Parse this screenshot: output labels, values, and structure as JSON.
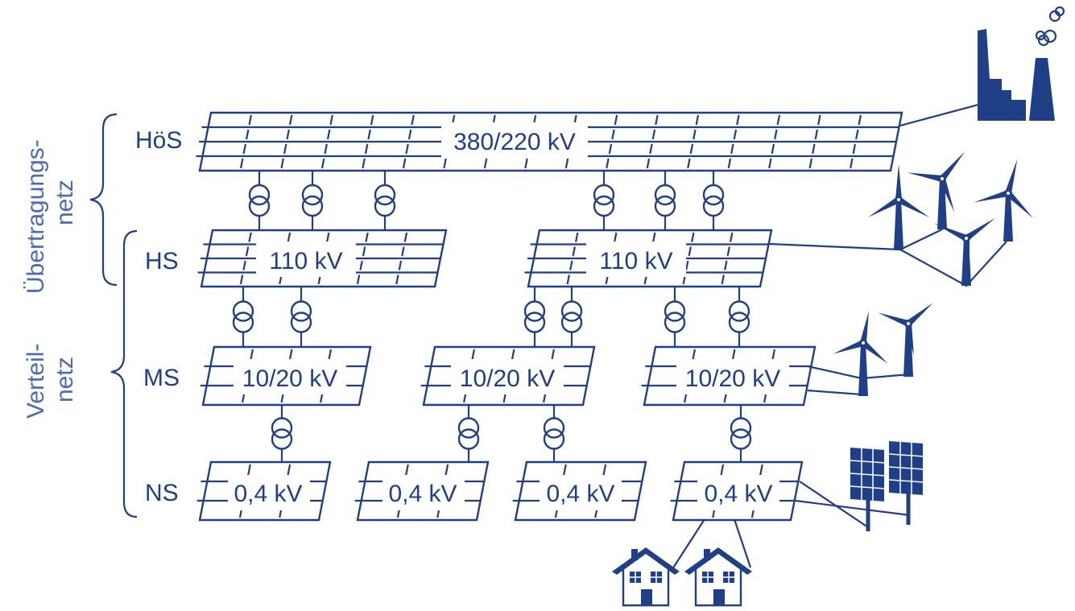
{
  "colors": {
    "ink": "#1f3f86",
    "net_label": "#4a6bb0"
  },
  "groups": {
    "uebertragung": [
      "Übertragungs-",
      "netz"
    ],
    "verteil": [
      "Verteil-",
      "netz"
    ]
  },
  "levels": {
    "hoes": "HöS",
    "hs": "HS",
    "ms": "MS",
    "ns": "NS"
  },
  "voltages": {
    "hoes": "380/220 kV",
    "hs1": "110 kV",
    "hs2": "110 kV",
    "ms1": "10/20 kV",
    "ms2": "10/20 kV",
    "ms3": "10/20 kV",
    "ns1": "0,4 kV",
    "ns2": "0,4 kV",
    "ns3": "0,4 kV",
    "ns4": "0,4 kV"
  },
  "icons": [
    "factory-icon",
    "wind-turbine-icon",
    "solar-panel-icon",
    "house-icon",
    "transformer-icon"
  ]
}
